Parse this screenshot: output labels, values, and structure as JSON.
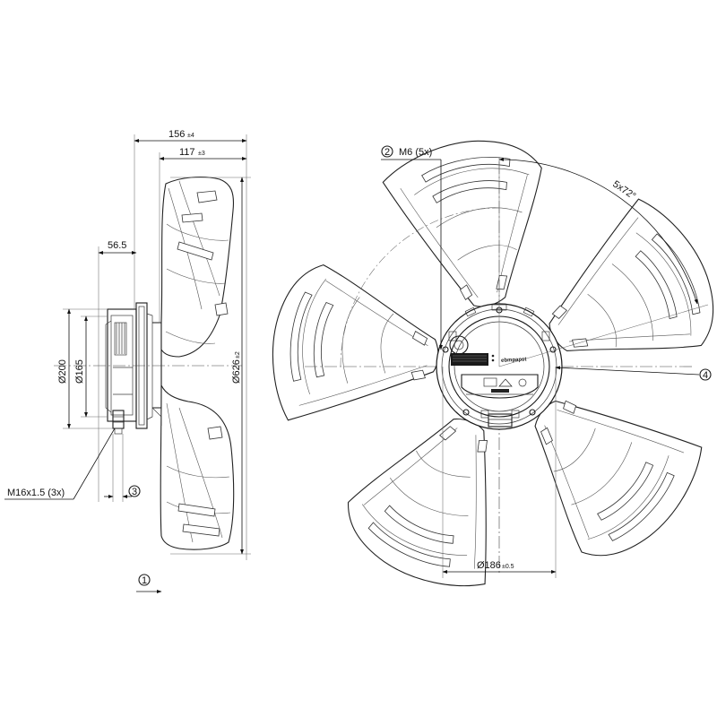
{
  "dimensions": {
    "overall_depth": {
      "value": "156",
      "tol": "±4"
    },
    "hub_depth": {
      "value": "117",
      "tol": "±3"
    },
    "motor_offset": {
      "value": "56.5"
    },
    "dia_200": {
      "value": "Ø200"
    },
    "dia_165": {
      "value": "Ø165"
    },
    "dia_626": {
      "value": "Ø626",
      "tol": "±2"
    },
    "dia_186": {
      "value": "Ø186",
      "tol": "±0.5"
    },
    "angle": {
      "value": "5x72°"
    }
  },
  "callouts": {
    "thread": "M16x1.5 (3x)",
    "c1": "1",
    "c2": "2",
    "c2_text": "M6 (5x)",
    "c3": "3",
    "c4": "4"
  },
  "logo_text": "ebmpapst"
}
